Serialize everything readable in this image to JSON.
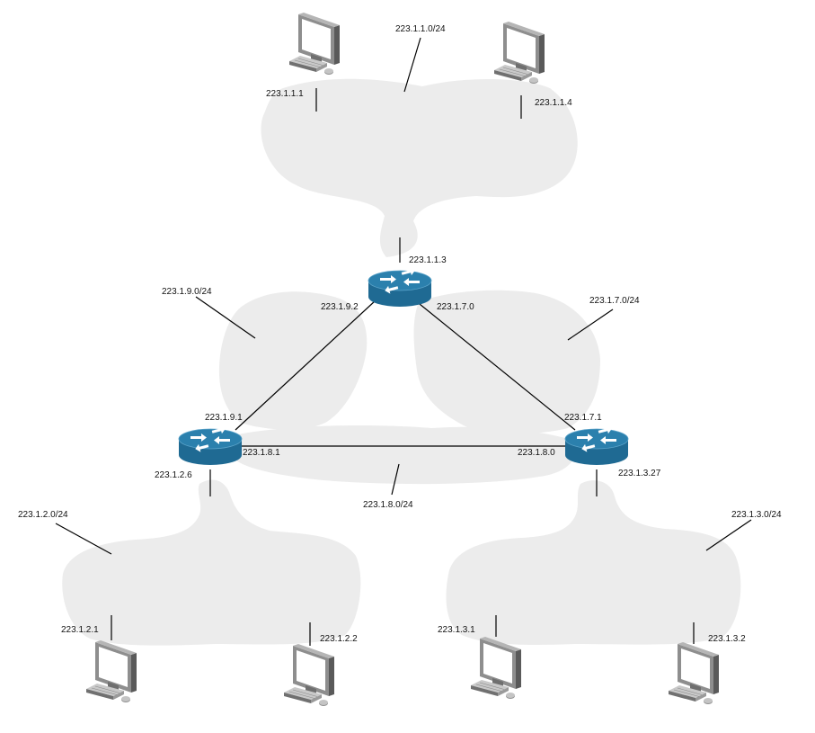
{
  "colors": {
    "subnet_fill": "#ececec",
    "router_body": "#1f6a93",
    "router_top": "#2b80ad",
    "wire": "#000000",
    "label": "#111111"
  },
  "subnets": {
    "top": "223.1.1.0/24",
    "left_link": "223.1.9.0/24",
    "right_link": "223.1.7.0/24",
    "bottom_link": "223.1.8.0/24",
    "bottom_left": "223.1.2.0/24",
    "bottom_right": "223.1.3.0/24"
  },
  "interfaces": {
    "top_router_down": "223.1.1.3",
    "top_router_left": "223.1.9.2",
    "top_router_right": "223.1.7.0",
    "left_router_up": "223.1.9.1",
    "left_router_right": "223.1.8.1",
    "left_router_down": "223.1.2.6",
    "right_router_up": "223.1.7.1",
    "right_router_left": "223.1.8.0",
    "right_router_down": "223.1.3.27"
  },
  "hosts": {
    "top_left": "223.1.1.1",
    "top_right": "223.1.1.4",
    "bottom_left_1": "223.1.2.1",
    "bottom_left_2": "223.1.2.2",
    "bottom_right_1": "223.1.3.1",
    "bottom_right_2": "223.1.3.2"
  },
  "icons": {
    "router": "router-icon",
    "host": "desktop-computer-icon"
  }
}
